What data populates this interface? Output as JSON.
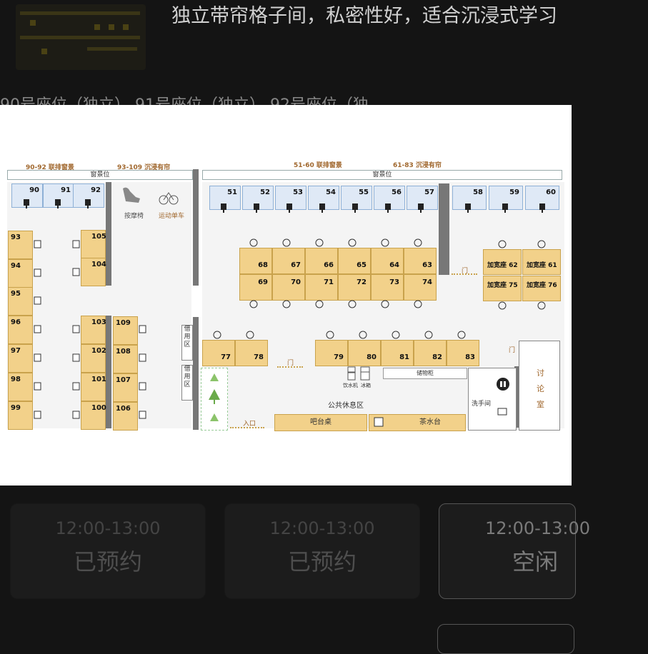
{
  "description": "独立带帘格子间，私密性好，适合沉浸式学习",
  "behind_row_text": "90号座位（独立）   91号座位（独立）   92号座位（独",
  "map": {
    "header_labels": {
      "l1": "90-92  联排窗景",
      "l2": "93-109  沉浸有帘",
      "r1": "51-60  联排窗景",
      "r2": "61-83  沉浸有帘"
    },
    "window_strip": "窗景位",
    "massage_chair": "按摩椅",
    "exercise_bike": "运动单车",
    "door": "门",
    "entrance": "入口",
    "borrow_area": "借用区",
    "water_dispenser": "饮水机",
    "fridge": "冰箱",
    "storage": "储物柜",
    "lounge": "公共休息区",
    "bar_table": "吧台桌",
    "tea_bar": "茶水台",
    "restroom": "洗手间",
    "discussion_room": "讨论室",
    "seats_left_window": [
      "90",
      "91",
      "92"
    ],
    "seats_left_col": [
      "93",
      "94",
      "95",
      "96",
      "97",
      "98",
      "99"
    ],
    "seats_mid_top": [
      "105",
      "104"
    ],
    "seats_mid_col": [
      "103",
      "102",
      "101",
      "100"
    ],
    "seats_mid_col2": [
      "109",
      "108",
      "107",
      "106"
    ],
    "seats_right_window": [
      "51",
      "52",
      "53",
      "54",
      "55",
      "56",
      "57"
    ],
    "seats_right_window2": [
      "58",
      "59",
      "60"
    ],
    "seats_center_top": [
      "68",
      "67",
      "66",
      "65",
      "64",
      "63"
    ],
    "seats_center_bot": [
      "69",
      "70",
      "71",
      "72",
      "73",
      "74"
    ],
    "wide_seats": [
      "加宽座 62",
      "加宽座 61",
      "加宽座 75",
      "加宽座 76"
    ],
    "seats_bottom_a": [
      "77",
      "78"
    ],
    "seats_bottom_b": [
      "79",
      "80",
      "81",
      "82",
      "83"
    ]
  },
  "slots": [
    {
      "time": "12:00-13:00",
      "status": "已预约"
    },
    {
      "time": "12:00-13:00",
      "status": "已预约"
    },
    {
      "time": "12:00-13:00",
      "status": "空闲"
    }
  ]
}
